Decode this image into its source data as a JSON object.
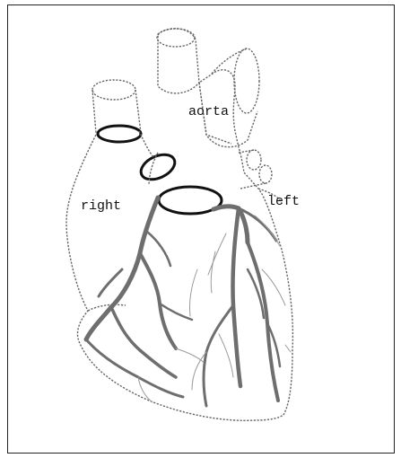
{
  "labels": {
    "aorta": "aorta",
    "right": "right",
    "left": "left"
  },
  "colors": {
    "background": "#ffffff",
    "frame": "#222222",
    "outline": "#666666",
    "vessel": "#6e6e6e",
    "ring": "#111111"
  }
}
